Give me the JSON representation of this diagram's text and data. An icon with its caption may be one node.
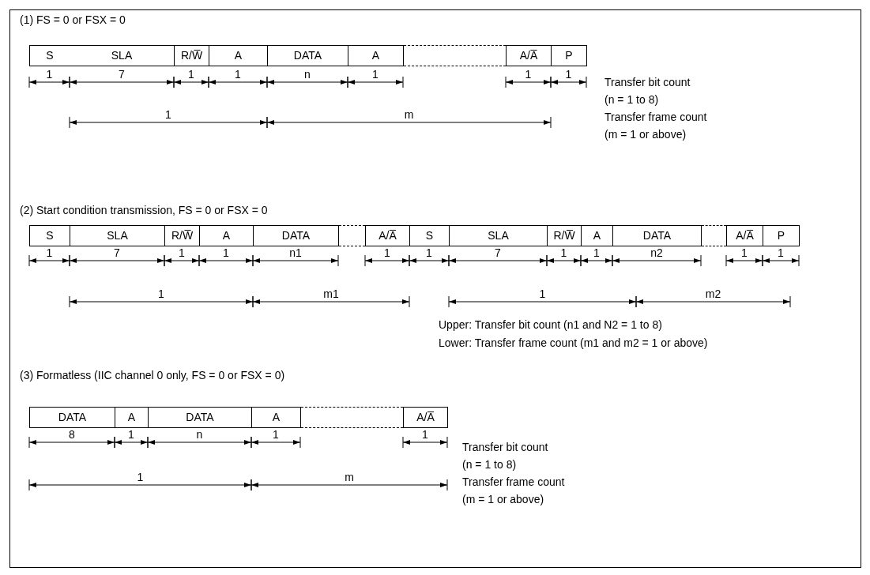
{
  "diagram": {
    "nodes": [
      {
        "text": [
          "S"
        ]
      },
      {
        "text": [
          "SLA"
        ]
      },
      {
        "text": [
          "R/W̅"
        ]
      },
      {
        "text": [
          "A"
        ]
      },
      {
        "text": [
          "DATA"
        ]
      },
      {
        "text": [
          "A"
        ]
      },
      {
        "text": [],
        "shape": "box"
      },
      {
        "text": [
          "A/A̅"
        ]
      },
      {
        "text": [
          "P"
        ]
      },
      {
        "text": [
          "S"
        ]
      },
      {
        "text": [
          "SLA"
        ]
      },
      {
        "text": [
          "R/W̅"
        ]
      },
      {
        "text": [
          "A"
        ]
      },
      {
        "text": [
          "DATA"
        ]
      },
      {
        "text": [],
        "shape": "box"
      },
      {
        "text": [
          "A/A̅"
        ]
      },
      {
        "text": [
          "S"
        ]
      },
      {
        "text": [
          "SLA"
        ]
      },
      {
        "text": [
          "R/W̅"
        ]
      },
      {
        "text": [
          "A"
        ]
      },
      {
        "text": [
          "DATA"
        ]
      },
      {
        "text": [],
        "shape": "box"
      },
      {
        "text": [
          "A/A̅"
        ]
      },
      {
        "text": [
          "P"
        ]
      },
      {
        "text": [
          "DATA"
        ]
      },
      {
        "text": [
          "A"
        ]
      },
      {
        "text": [
          "DATA"
        ]
      },
      {
        "text": [
          "A"
        ]
      },
      {
        "text": [],
        "shape": "box"
      },
      {
        "text": [
          "A/A̅"
        ]
      }
    ],
    "labels": [
      "(1)  FS = 0 or FSX = 0",
      "1",
      "7",
      "1",
      "1",
      "n",
      "1",
      "1",
      "1",
      "Transfer bit count",
      "(n = 1 to 8)",
      "1",
      "m",
      "Transfer frame count",
      "(m = 1 or above)",
      "(2)  Start condition transmission, FS = 0 or FSX = 0",
      "1",
      "7",
      "1",
      "1",
      "n1",
      "1",
      "1",
      "7",
      "1",
      "1",
      "n2",
      "1",
      "1",
      "1",
      "m1",
      "1",
      "m2",
      "Upper:  Transfer bit count (n1 and N2 = 1 to 8)",
      "Lower:  Transfer frame count (m1 and m2 = 1 or above)",
      "(3)  Formatless (IIC channel 0 only, FS = 0 or FSX = 0)",
      "8",
      "1",
      "n",
      "1",
      "1",
      "Transfer bit count",
      "(n = 1 to 8)",
      "1",
      "m",
      "Transfer frame count",
      "(m = 1 or above)"
    ]
  }
}
